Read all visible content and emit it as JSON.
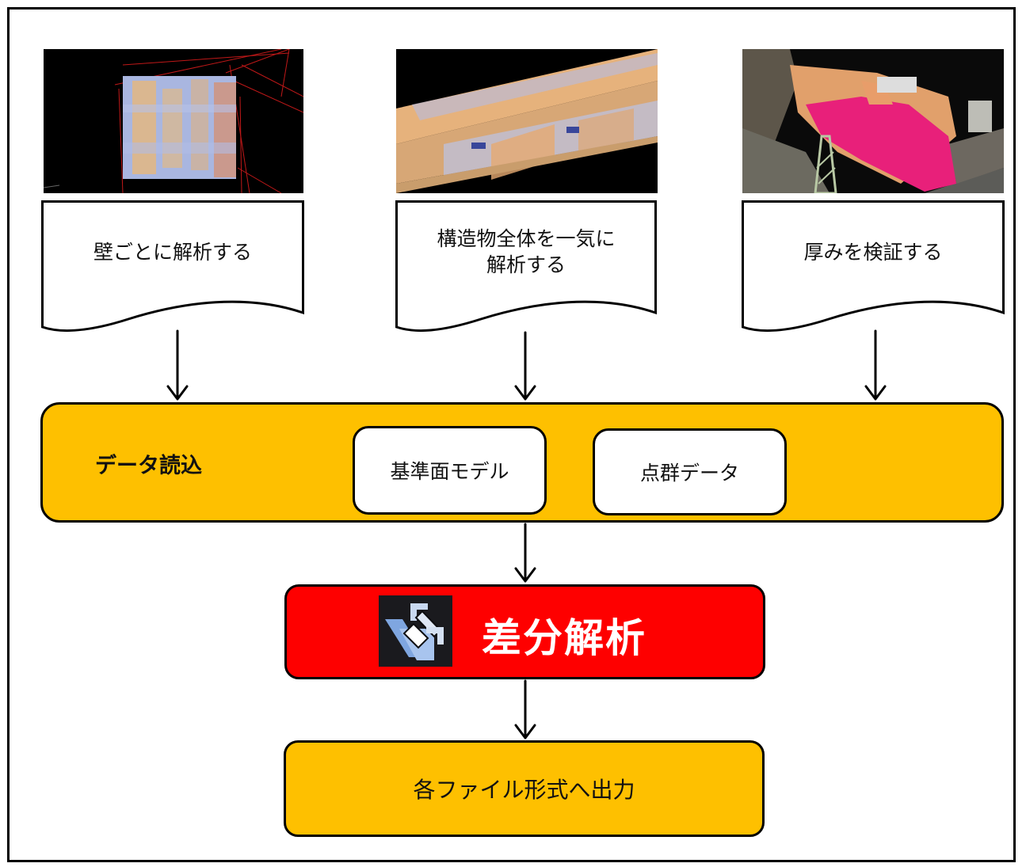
{
  "steps": {
    "wall": {
      "label": "壁ごとに解析する",
      "thumbnail": "wall-heatmap-image"
    },
    "structure": {
      "label": "構造物全体を一気に\n解析する",
      "thumbnail": "bridge-heatmap-image"
    },
    "thickness": {
      "label": "厚みを検証する",
      "thumbnail": "slope-pointcloud-image"
    }
  },
  "data_load": {
    "title": "データ読込",
    "items": [
      "基準面モデル",
      "点群データ"
    ]
  },
  "analysis": {
    "label": "差分解析",
    "icon": "diff-analysis-app-icon"
  },
  "output": {
    "label": "各ファイル形式へ出力"
  },
  "colors": {
    "band": "#fec000",
    "analysis": "#fe0000",
    "border": "#000000"
  }
}
